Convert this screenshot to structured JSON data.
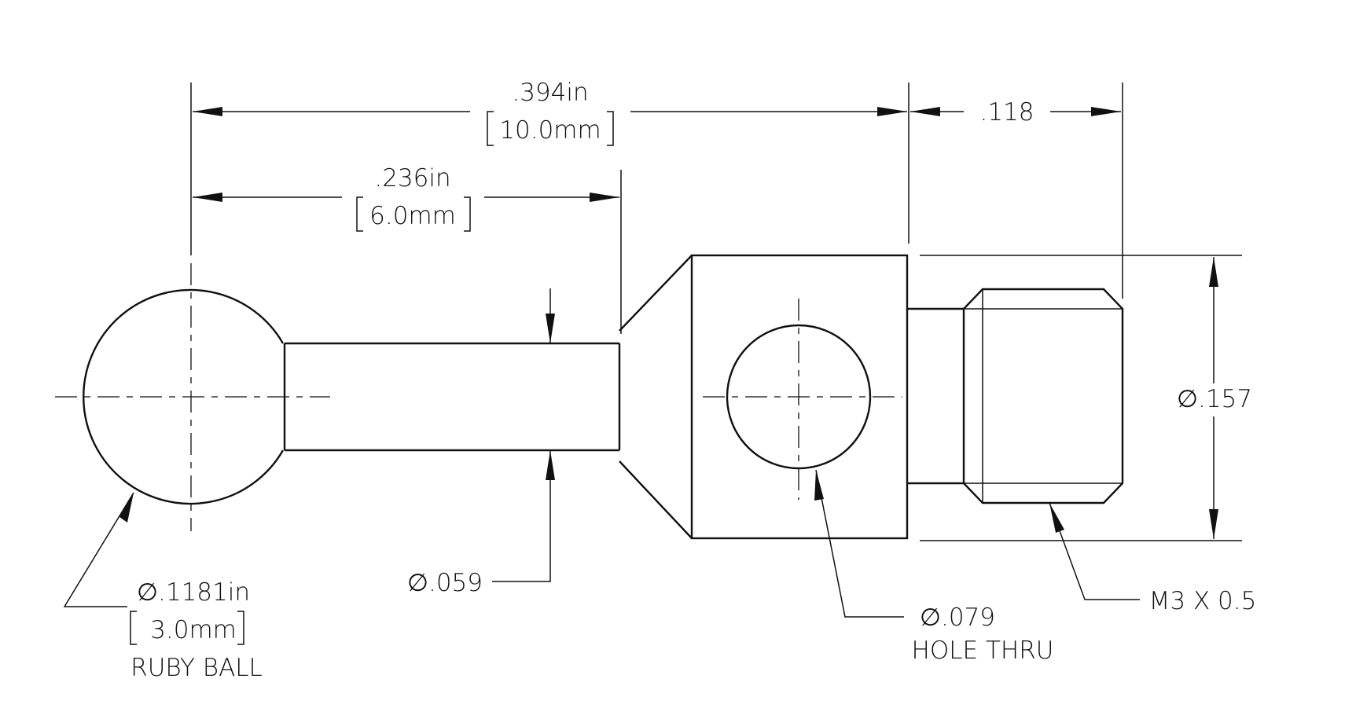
{
  "drawing": {
    "dim_overall": {
      "inch": ".394in",
      "mm": "10.0mm"
    },
    "dim_ball_to_cone": {
      "inch": ".236in",
      "mm": "6.0mm"
    },
    "dim_thread_length": ".118",
    "dim_body_dia": ".157",
    "dim_stem_dia": ".059",
    "ball_callout": {
      "dia": ".1181in",
      "mm": "3.0mm",
      "note": "RUBY BALL"
    },
    "hole_callout": {
      "dia": ".079",
      "note": "HOLE THRU"
    },
    "thread_callout": "M3 X 0.5",
    "diameter_symbol": "∅"
  }
}
